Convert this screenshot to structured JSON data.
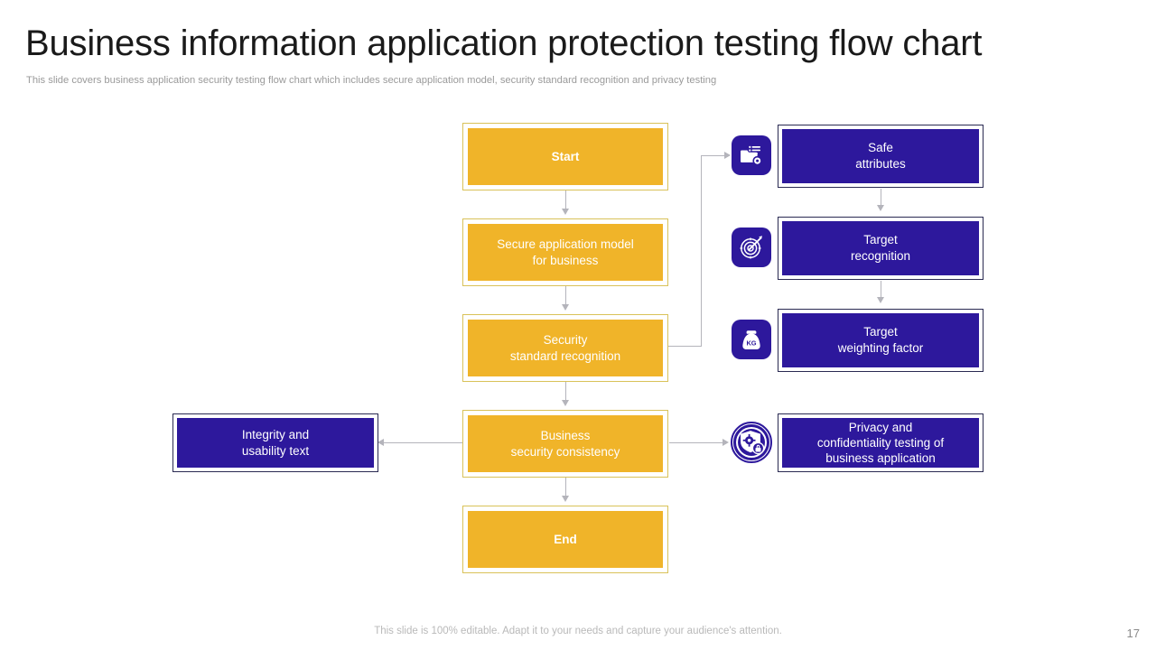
{
  "header": {
    "title": "Business information application protection testing flow chart",
    "subtitle": "This slide covers business application security testing flow chart which includes secure application model, security standard recognition and privacy testing"
  },
  "footer": {
    "note": "This slide is 100% editable. Adapt it to your needs and capture your audience's attention.",
    "page_number": "17"
  },
  "colors": {
    "gold_fill": "#f0b429",
    "gold_border": "#d9c259",
    "blue_fill": "#2d189c",
    "blue_border": "#2a2a52",
    "connector": "#b4b4bb",
    "title_text": "#1a1a1a",
    "subtitle_text": "#9a9a9a",
    "footer_text": "#b9b9b9"
  },
  "flow": {
    "main_column": [
      {
        "id": "start",
        "label": "Start",
        "style": "gold",
        "bold": true
      },
      {
        "id": "secure-application-model",
        "label": "Secure application model\nfor business",
        "style": "gold",
        "bold": false
      },
      {
        "id": "security-standard-recognition",
        "label": "Security\nstandard recognition",
        "style": "gold",
        "bold": false
      },
      {
        "id": "business-security-consistency",
        "label": "Business\nsecurity consistency",
        "style": "gold",
        "bold": false
      },
      {
        "id": "end",
        "label": "End",
        "style": "gold",
        "bold": true
      }
    ],
    "right_column": [
      {
        "id": "safe-attributes",
        "label": "Safe\nattributes",
        "style": "blue"
      },
      {
        "id": "target-recognition",
        "label": "Target\nrecognition",
        "style": "blue"
      },
      {
        "id": "target-weighting-factor",
        "label": "Target\nweighting factor",
        "style": "blue"
      },
      {
        "id": "privacy-confidentiality-testing",
        "label": "Privacy and\nconfidentiality testing of\nbusiness application",
        "style": "blue"
      }
    ],
    "left_branch": [
      {
        "id": "integrity-usability-text",
        "label": "Integrity and\nusability text",
        "style": "blue"
      }
    ],
    "icons": [
      {
        "id": "folder-settings",
        "name": "folder-settings-icon",
        "shape": "rounded-square"
      },
      {
        "id": "target-arrow",
        "name": "target-arrow-icon",
        "shape": "rounded-square"
      },
      {
        "id": "weight-kg",
        "name": "weight-kg-icon",
        "shape": "rounded-square",
        "caption": "KG"
      },
      {
        "id": "shield-lock",
        "name": "shield-gear-lock-icon",
        "shape": "circle"
      }
    ]
  }
}
